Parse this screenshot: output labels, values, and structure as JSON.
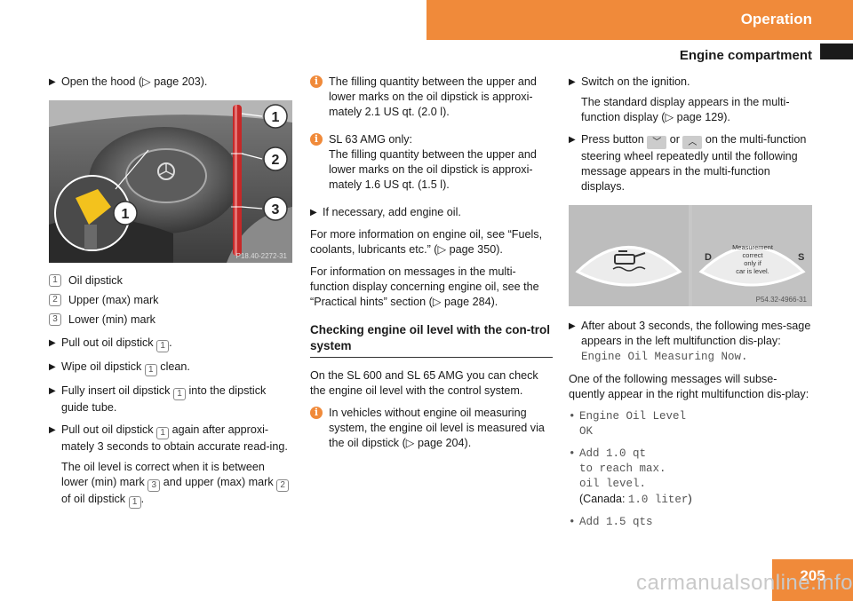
{
  "header": {
    "section": "Operation",
    "subsection": "Engine compartment"
  },
  "page_number": "205",
  "watermark": "carmanualsonline.info",
  "col1": {
    "step_open": "Open the hood (▷ page 203).",
    "photo_code": "P18.40-2272-31",
    "callouts": [
      "1",
      "2",
      "3",
      "1"
    ],
    "legend": [
      {
        "num": "1",
        "text": "Oil dipstick"
      },
      {
        "num": "2",
        "text": "Upper (max) mark"
      },
      {
        "num": "3",
        "text": "Lower (min) mark"
      }
    ],
    "s1a": "Pull out oil dipstick",
    "s1b": ".",
    "s2a": "Wipe oil dipstick",
    "s2b": "clean.",
    "s3a": "Fully insert oil dipstick",
    "s3b": "into the dipstick guide tube.",
    "s4a": "Pull out oil dipstick",
    "s4b": "again after approxi-mately 3 seconds to obtain accurate read-ing.",
    "s4c": "The oil level is correct when it is between lower (min) mark",
    "s4d": "and upper (max) mark",
    "s4e": "of oil dipstick",
    "s4f": ".",
    "n1": "1",
    "n2": "2",
    "n3": "3"
  },
  "col2": {
    "info1": "The filling quantity between the upper and lower marks on the oil dipstick is approxi-mately 2.1 US qt. (2.0 l).",
    "info2a": "SL 63 AMG only:",
    "info2b": "The filling quantity between the upper and lower marks on the oil dipstick is approxi-mately 1.6 US qt. (1.5 l).",
    "step_add": "If necessary, add engine oil.",
    "p1": "For more information on engine oil, see “Fuels, coolants, lubricants etc.” (▷ page 350).",
    "p2": "For information on messages in the multi-function display concerning engine oil, see the “Practical hints” section (▷ page 284).",
    "heading": "Checking engine oil level with the con-trol system",
    "p3": "On the SL 600 and SL 65 AMG you can check the engine oil level with the control system.",
    "info3": "In vehicles without engine oil measuring system, the engine oil level is measured via the oil dipstick (▷ page 204)."
  },
  "col3": {
    "s1": "Switch on the ignition.",
    "s1b": "The standard display appears in the multi-function display (▷ page 129).",
    "s2a": "Press button",
    "s2or": "or",
    "s2b": "on the multi-function steering wheel repeatedly until the following message appears in the multi-function displays.",
    "display": {
      "left_d": "D",
      "right_s": "S",
      "message": [
        "Measurement",
        "correct",
        "only if",
        "car is level."
      ],
      "code": "P54.32-4966-31"
    },
    "s3a": "After about 3 seconds, the following mes-sage appears in the left multifunction dis-play:",
    "s3m": "Engine Oil Measuring Now.",
    "p1": "One of the following messages will subse-quently appear in the right multifunction dis-play:",
    "bullets": [
      {
        "lines": [
          "Engine Oil Level",
          "OK"
        ]
      },
      {
        "lines": [
          "Add 1.0 qt",
          "to reach max.",
          "oil level."
        ],
        "canada_label": "(Canada:",
        "canada_val": "1.0 liter",
        "canada_close": ")"
      },
      {
        "lines": [
          "Add 1.5 qts"
        ]
      }
    ]
  },
  "icons": {
    "step_marker": "arrow-right-icon",
    "info": "info-icon",
    "button_up": "chevron-up-icon",
    "button_down": "chevron-down-icon"
  },
  "colors": {
    "accent": "#f08a3a"
  }
}
